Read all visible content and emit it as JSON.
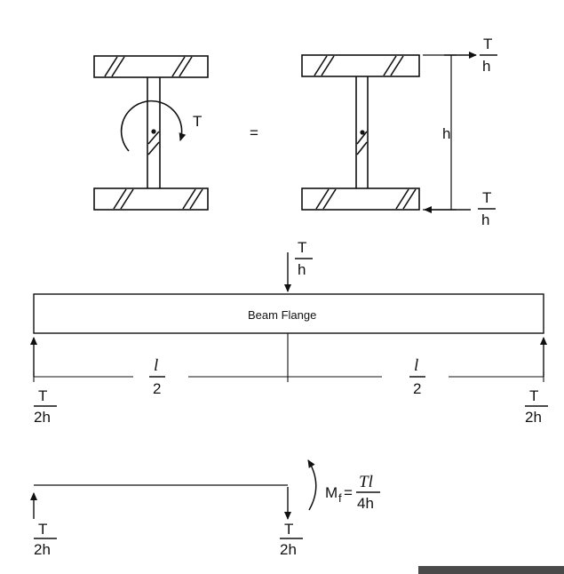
{
  "top_section": {
    "torque_label": "T",
    "equals_sign": "=",
    "height_label": "h",
    "top_force": {
      "num": "T",
      "den": "h"
    },
    "bottom_force": {
      "num": "T",
      "den": "h"
    }
  },
  "beam_section": {
    "load": {
      "num": "T",
      "den": "h"
    },
    "beam_label": "Beam Flange",
    "left_span": {
      "num": "l",
      "den": "2"
    },
    "right_span": {
      "num": "l",
      "den": "2"
    },
    "left_reaction": {
      "num": "T",
      "den": "2h"
    },
    "right_reaction": {
      "num": "T",
      "den": "2h"
    }
  },
  "half_beam_section": {
    "left_reaction": {
      "num": "T",
      "den": "2h"
    },
    "right_force": {
      "num": "T",
      "den": "2h"
    },
    "moment": {
      "lhs": "M",
      "sub": "f",
      "eq": "=",
      "num": "Tl",
      "den": "4h"
    }
  }
}
